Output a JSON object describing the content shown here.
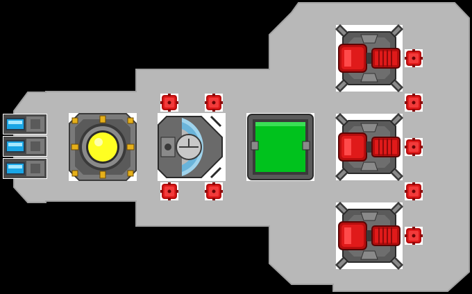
{
  "game": {
    "view": "ship-layout-top-down",
    "colors": {
      "background": "#000000",
      "hull": "#b8b8b8",
      "hull_edge": "#9a9a9a",
      "reactor_core": "#ffff22",
      "shield_panel": "#00c21d",
      "weapon_red": "#e01a1a",
      "vent_blue": "#1aa6e6",
      "metal_dark": "#4a4a4a",
      "metal_mid": "#7a7a7a",
      "accent_gold": "#e6b01a"
    },
    "modules": [
      {
        "id": "thruster-rack",
        "icon": "thruster-icon",
        "count": 3
      },
      {
        "id": "reactor",
        "icon": "reactor-core-icon"
      },
      {
        "id": "cockpit",
        "icon": "cockpit-dome-icon"
      },
      {
        "id": "shield-generator",
        "icon": "shield-panel-icon"
      },
      {
        "id": "turret-top",
        "icon": "twin-cannon-icon"
      },
      {
        "id": "turret-middle",
        "icon": "twin-cannon-icon"
      },
      {
        "id": "turret-bottom",
        "icon": "twin-cannon-icon"
      }
    ],
    "connectors": {
      "icon": "red-connector-icon",
      "count": 9
    }
  }
}
